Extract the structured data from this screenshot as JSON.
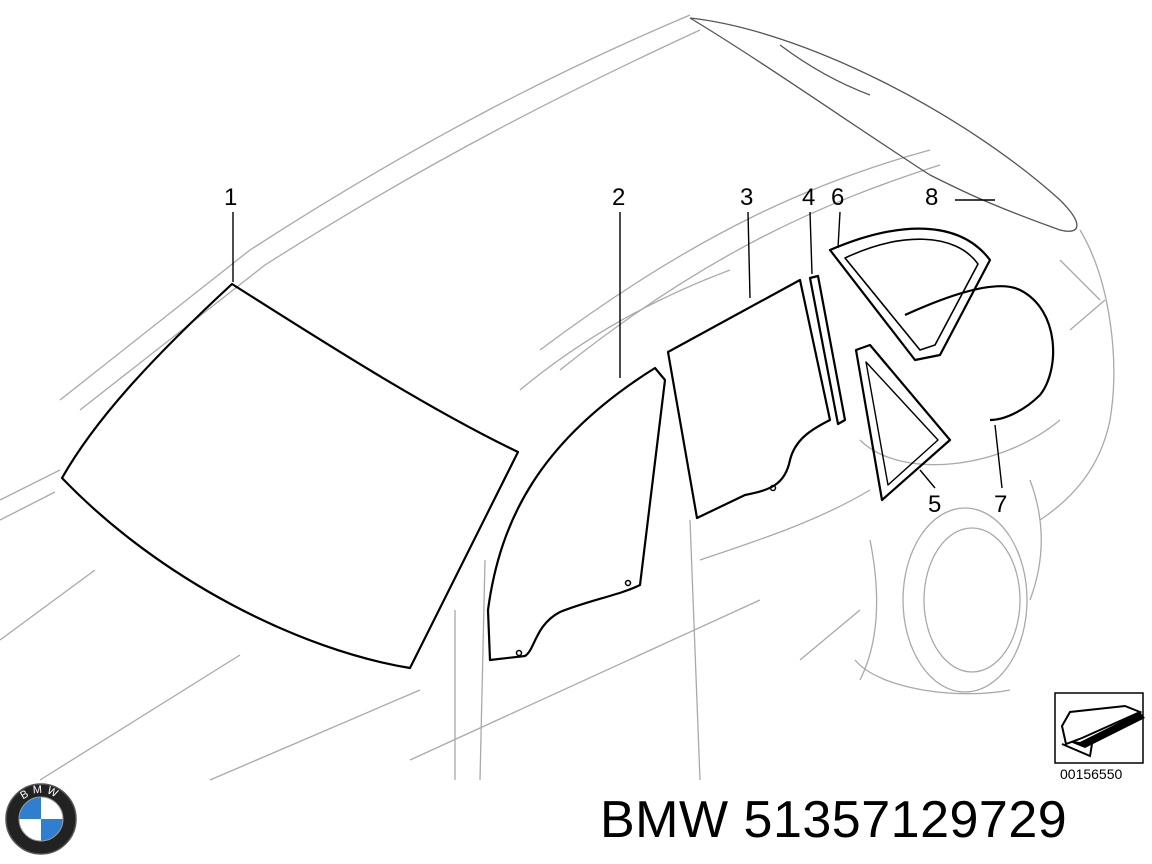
{
  "callouts": [
    {
      "id": "1",
      "label": "1"
    },
    {
      "id": "2",
      "label": "2"
    },
    {
      "id": "3",
      "label": "3"
    },
    {
      "id": "4",
      "label": "4"
    },
    {
      "id": "5",
      "label": "5"
    },
    {
      "id": "6",
      "label": "6"
    },
    {
      "id": "7",
      "label": "7"
    },
    {
      "id": "8",
      "label": "8"
    }
  ],
  "diagram_code": "00156550",
  "footer": {
    "brand": "BMW",
    "part_number": "51357129729"
  },
  "logo": {
    "letters": "BMW",
    "colors": {
      "ring": "#222222",
      "blue": "#2f7fd1",
      "white": "#ffffff"
    }
  },
  "icons": [
    "bmw-logo-icon",
    "view-direction-arrow-icon"
  ]
}
